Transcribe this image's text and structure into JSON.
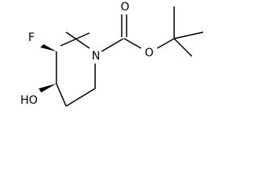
{
  "molecule": {
    "atoms": {
      "fluorine": "F",
      "nitrogen": "N",
      "carbonyl_oxygen": "O",
      "ester_oxygen": "O",
      "hydroxyl": "HO"
    }
  }
}
